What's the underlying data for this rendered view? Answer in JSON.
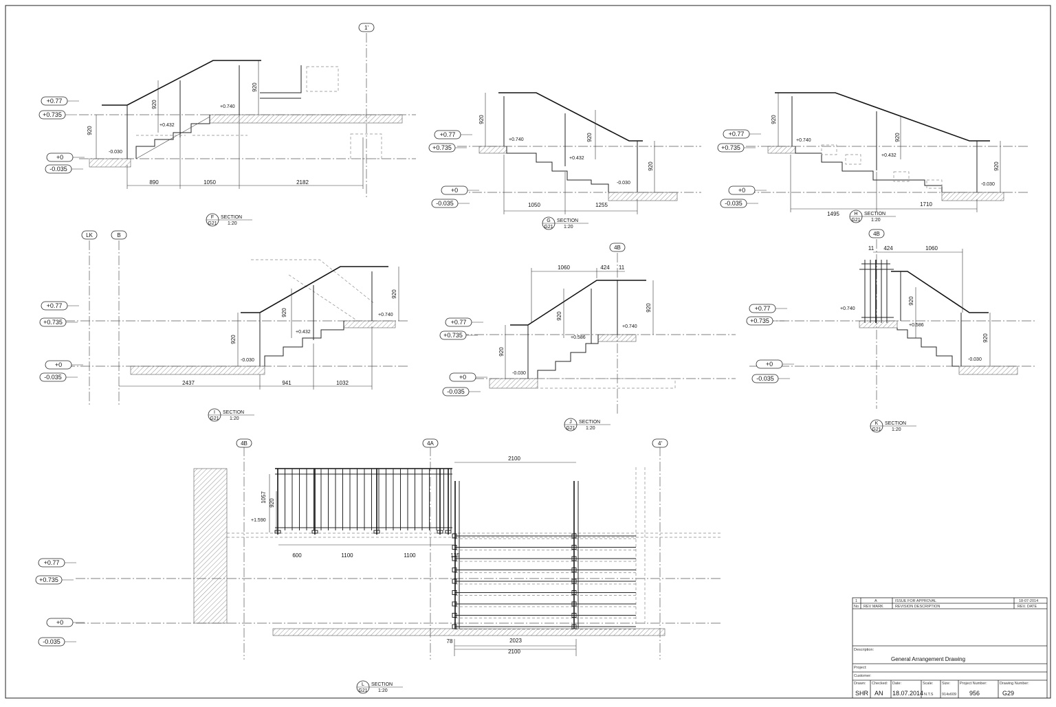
{
  "grids": {
    "g1p": "1'",
    "lk": "LK",
    "b": "B",
    "s4b": "4B",
    "s4a": "4A",
    "s4p": "4'"
  },
  "levels": {
    "l077": "+0.77",
    "l0735": "+0.735",
    "l0": "+0",
    "lm0035": "-0.035"
  },
  "spot_levels": {
    "s0740": "+0.740",
    "s0432": "+0.432",
    "sm0030": "-0.030",
    "s0586": "+0.586",
    "s1590": "+1.590"
  },
  "dims": {
    "d920": "920",
    "d1057": "920",
    "d1057b": "1057",
    "d890": "890",
    "d1050": "1050",
    "d2182": "2182",
    "d1255": "1255",
    "d1495": "1495",
    "d1710": "1710",
    "d2437": "2437",
    "d941": "941",
    "d1032": "1032",
    "d1060": "1060",
    "d424": "424",
    "d11": "11",
    "d2100": "2100",
    "d600": "600",
    "d1100": "1100",
    "d135": "135",
    "d78": "78",
    "d2023": "2023"
  },
  "sections": [
    {
      "letter": "F",
      "sheet": "G21",
      "title": "SECTION",
      "scale": "1:20"
    },
    {
      "letter": "G",
      "sheet": "G21",
      "title": "SECTION",
      "scale": "1:20"
    },
    {
      "letter": "H",
      "sheet": "G21",
      "title": "SECTION",
      "scale": "1:20"
    },
    {
      "letter": "I",
      "sheet": "G21",
      "title": "SECTION",
      "scale": "1:20"
    },
    {
      "letter": "J",
      "sheet": "G21",
      "title": "SECTION",
      "scale": "1:20"
    },
    {
      "letter": "K",
      "sheet": "G21",
      "title": "SECTION",
      "scale": "1:20"
    },
    {
      "letter": "L",
      "sheet": "G21",
      "title": "SECTION",
      "scale": "1:20"
    }
  ],
  "title_block": {
    "revision": {
      "no": "1",
      "mark": "A",
      "description": "ISSUE FOR APPROVAL",
      "date": "18-07-2014"
    },
    "rev_headers": {
      "no": "No",
      "mark": "REV MARK",
      "description": "REVISION DESCRIPTION",
      "date": "REV. DATE"
    },
    "description_label": "Description:",
    "description": "General Arrangement Drawing",
    "project_label": "Project:",
    "customer_label": "Customer:",
    "labels": {
      "drawn": "Drawn:",
      "checked": "Checked:",
      "date": "Date:",
      "scale": "Scale:",
      "size": "Size:",
      "project_number": "Project Number:",
      "drawing_number": "Drawing Number:"
    },
    "values": {
      "drawn": "SHR",
      "checked": "AN",
      "date": "18.07.2014",
      "scale": "N.T.S",
      "size": "914x609",
      "project_number": "956",
      "drawing_number": "G29"
    }
  }
}
